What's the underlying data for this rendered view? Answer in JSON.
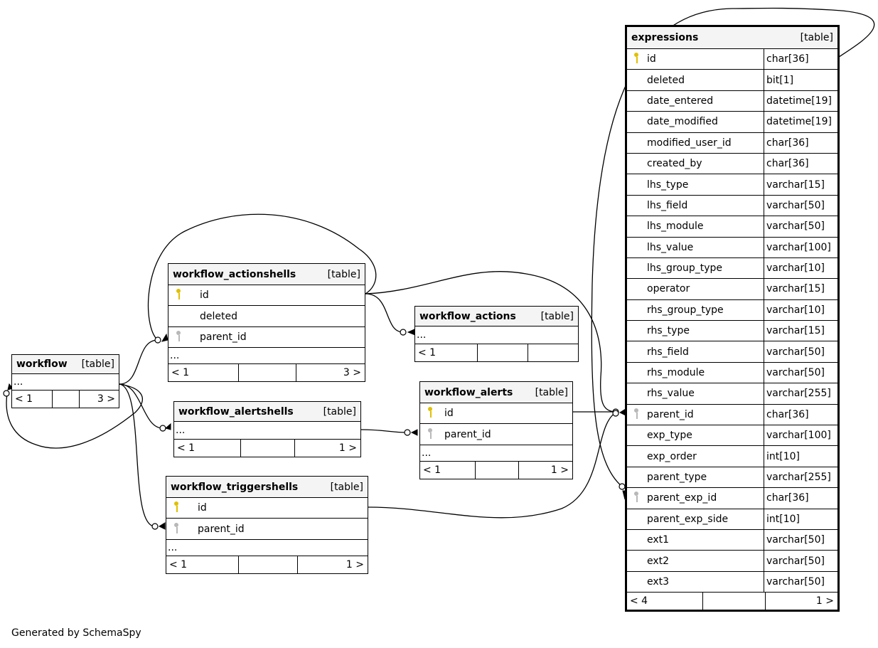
{
  "footer": "Generated by SchemaSpy",
  "colors": {
    "primary_key": "#e0c000",
    "foreign_key": "#b8b8b8",
    "header_bg": "#f4f4f4"
  },
  "tables": {
    "workflow": {
      "name": "workflow",
      "kind": "[table]",
      "ellipsis": "...",
      "footer": {
        "left": "< 1",
        "right": "3 >"
      }
    },
    "workflow_actionshells": {
      "name": "workflow_actionshells",
      "kind": "[table]",
      "columns": [
        {
          "name": "id",
          "key": "pk"
        },
        {
          "name": "deleted",
          "key": ""
        },
        {
          "name": "parent_id",
          "key": "fk"
        }
      ],
      "ellipsis": "...",
      "footer": {
        "left": "< 1",
        "right": "3 >"
      }
    },
    "workflow_actions": {
      "name": "workflow_actions",
      "kind": "[table]",
      "ellipsis": "...",
      "footer": {
        "left": "< 1",
        "right": ""
      }
    },
    "workflow_alertshells": {
      "name": "workflow_alertshells",
      "kind": "[table]",
      "ellipsis": "...",
      "footer": {
        "left": "< 1",
        "right": "1 >"
      }
    },
    "workflow_alerts": {
      "name": "workflow_alerts",
      "kind": "[table]",
      "columns": [
        {
          "name": "id",
          "key": "pk"
        },
        {
          "name": "parent_id",
          "key": "fk"
        }
      ],
      "ellipsis": "...",
      "footer": {
        "left": "< 1",
        "right": "1 >"
      }
    },
    "workflow_triggershells": {
      "name": "workflow_triggershells",
      "kind": "[table]",
      "columns": [
        {
          "name": "id",
          "key": "pk"
        },
        {
          "name": "parent_id",
          "key": "fk"
        }
      ],
      "ellipsis": "...",
      "footer": {
        "left": "< 1",
        "right": "1 >"
      }
    },
    "expressions": {
      "name": "expressions",
      "kind": "[table]",
      "columns": [
        {
          "name": "id",
          "type": "char[36]",
          "key": "pk"
        },
        {
          "name": "deleted",
          "type": "bit[1]",
          "key": ""
        },
        {
          "name": "date_entered",
          "type": "datetime[19]",
          "key": ""
        },
        {
          "name": "date_modified",
          "type": "datetime[19]",
          "key": ""
        },
        {
          "name": "modified_user_id",
          "type": "char[36]",
          "key": ""
        },
        {
          "name": "created_by",
          "type": "char[36]",
          "key": ""
        },
        {
          "name": "lhs_type",
          "type": "varchar[15]",
          "key": ""
        },
        {
          "name": "lhs_field",
          "type": "varchar[50]",
          "key": ""
        },
        {
          "name": "lhs_module",
          "type": "varchar[50]",
          "key": ""
        },
        {
          "name": "lhs_value",
          "type": "varchar[100]",
          "key": ""
        },
        {
          "name": "lhs_group_type",
          "type": "varchar[10]",
          "key": ""
        },
        {
          "name": "operator",
          "type": "varchar[15]",
          "key": ""
        },
        {
          "name": "rhs_group_type",
          "type": "varchar[10]",
          "key": ""
        },
        {
          "name": "rhs_type",
          "type": "varchar[15]",
          "key": ""
        },
        {
          "name": "rhs_field",
          "type": "varchar[50]",
          "key": ""
        },
        {
          "name": "rhs_module",
          "type": "varchar[50]",
          "key": ""
        },
        {
          "name": "rhs_value",
          "type": "varchar[255]",
          "key": ""
        },
        {
          "name": "parent_id",
          "type": "char[36]",
          "key": "fk"
        },
        {
          "name": "exp_type",
          "type": "varchar[100]",
          "key": ""
        },
        {
          "name": "exp_order",
          "type": "int[10]",
          "key": ""
        },
        {
          "name": "parent_type",
          "type": "varchar[255]",
          "key": ""
        },
        {
          "name": "parent_exp_id",
          "type": "char[36]",
          "key": "fk"
        },
        {
          "name": "parent_exp_side",
          "type": "int[10]",
          "key": ""
        },
        {
          "name": "ext1",
          "type": "varchar[50]",
          "key": ""
        },
        {
          "name": "ext2",
          "type": "varchar[50]",
          "key": ""
        },
        {
          "name": "ext3",
          "type": "varchar[50]",
          "key": ""
        }
      ],
      "footer": {
        "left": "< 4",
        "right": "1 >"
      }
    }
  }
}
